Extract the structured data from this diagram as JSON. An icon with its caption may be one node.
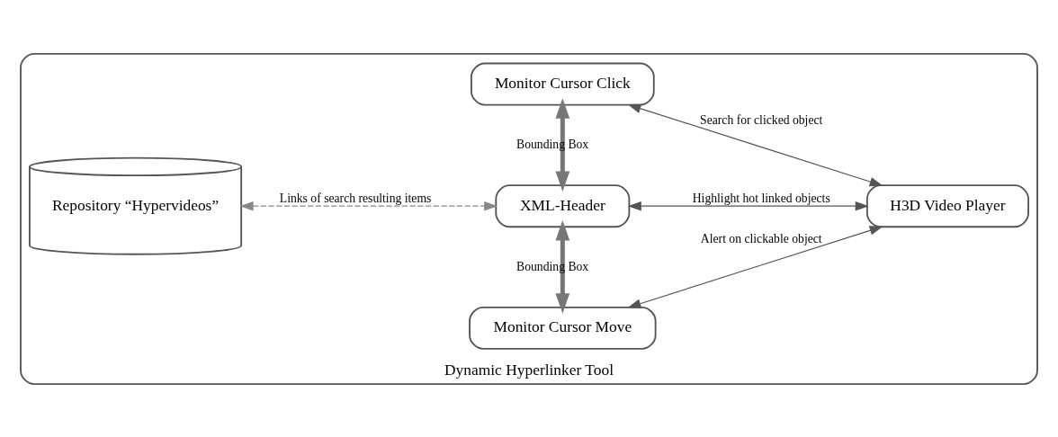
{
  "diagram": {
    "nodes": [
      {
        "text": [
          "Dynamic Hyperlinker Tool"
        ]
      },
      {
        "text": [
          "Monitor Cursor Move"
        ],
        "in": 0
      },
      {
        "text": [
          "XML-Header"
        ],
        "in": 0
      },
      {
        "text": [
          "H3D Video Player"
        ],
        "in": 0
      },
      {
        "text": [
          "Monitor Cursor Click"
        ],
        "in": 0
      },
      {
        "text": [
          "Repository “Hypervideos”"
        ],
        "in": 0
      }
    ],
    "edges": [
      {
        "from": 1,
        "to": 2,
        "arrow": "both",
        "label": "Bounding Box",
        "style": "thick"
      },
      {
        "from": 1,
        "to": 3,
        "arrow": "both",
        "label": "Alert on clickable object"
      },
      {
        "from": 5,
        "to": 2,
        "arrow": "both",
        "label": "Links of search resulting items",
        "style": "dashed",
        "color": "#888888"
      },
      {
        "from": 2,
        "to": 3,
        "arrow": "both",
        "label": "Highlight hot linked objects"
      },
      {
        "from": 2,
        "to": 4,
        "arrow": "both",
        "label": "Bounding Box",
        "style": "thick"
      },
      {
        "from": 4,
        "to": 3,
        "arrow": "both",
        "label": "Search for clicked object"
      }
    ]
  }
}
